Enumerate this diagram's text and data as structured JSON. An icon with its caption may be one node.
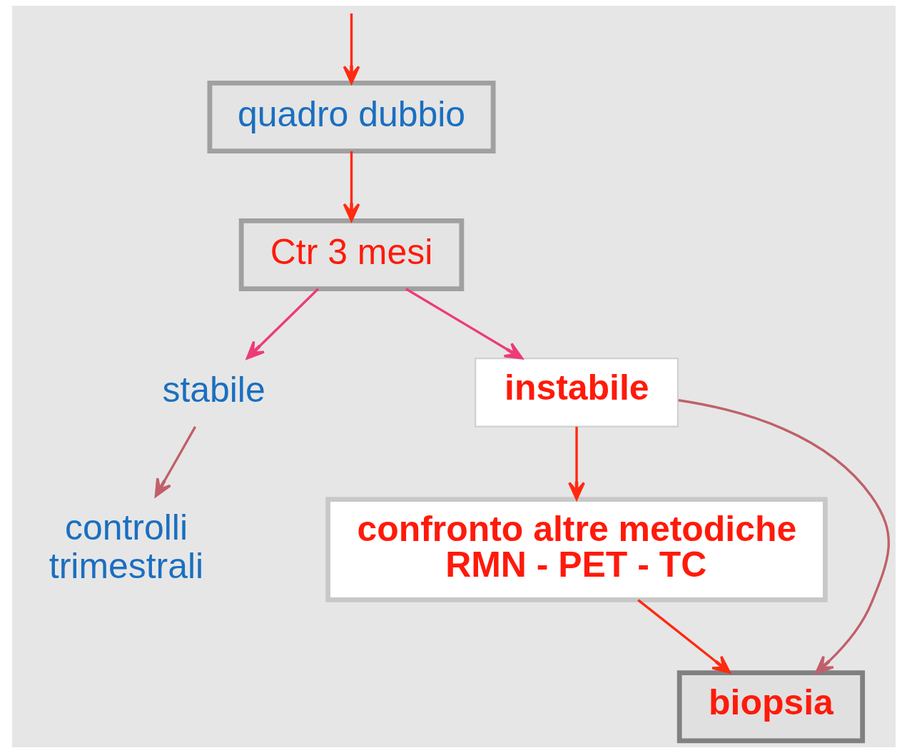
{
  "diagram": {
    "nodes": [
      {
        "text": [
          "quadro dubbio"
        ]
      },
      {
        "text": [
          "Ctr 3 mesi"
        ]
      },
      {
        "text": [
          "stabile"
        ]
      },
      {
        "text": [
          "instabile"
        ]
      },
      {
        "text": [
          "controlli trimestrali"
        ]
      },
      {
        "text": [
          "confronto altre metodiche RMN - PET - TC"
        ]
      },
      {
        "text": [
          "biopsia"
        ]
      }
    ],
    "edges": [
      {
        "from": null,
        "to": 0,
        "arrow": "to"
      },
      {
        "from": 0,
        "to": 1,
        "arrow": "to"
      },
      {
        "from": 1,
        "to": 2,
        "arrow": "to",
        "color": "#ee3a7a"
      },
      {
        "from": 1,
        "to": 3,
        "arrow": "to",
        "color": "#ee3a7a"
      },
      {
        "from": 2,
        "to": 4,
        "arrow": "to",
        "color": "#c0606a"
      },
      {
        "from": 3,
        "to": 5,
        "arrow": "to"
      },
      {
        "from": 3,
        "to": 6,
        "arrow": "to",
        "color": "#c0606a"
      },
      {
        "from": 5,
        "to": 6,
        "arrow": "to"
      }
    ]
  }
}
